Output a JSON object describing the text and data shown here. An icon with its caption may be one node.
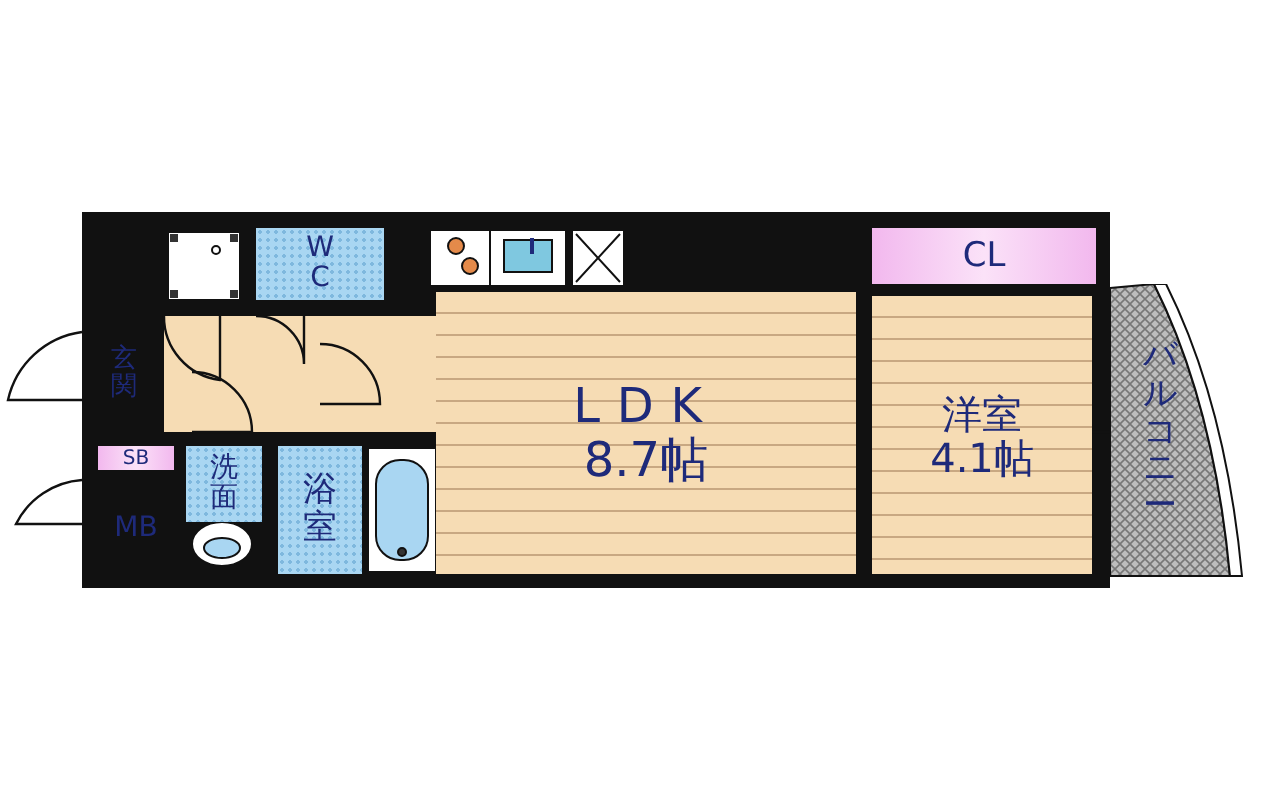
{
  "diagram": {
    "nodes": [
      {
        "text": [
          "WC"
        ]
      },
      {
        "text": [
          "CL"
        ]
      },
      {
        "text": [
          "玄関"
        ]
      },
      {
        "text": [
          "LDK",
          "8.7帖"
        ]
      },
      {
        "text": [
          "洋室",
          "4.1帖"
        ]
      },
      {
        "text": [
          "バルコニー"
        ]
      },
      {
        "text": [
          "SB"
        ]
      },
      {
        "text": [
          "洗面"
        ]
      },
      {
        "text": [
          "浴室"
        ]
      },
      {
        "text": [
          "MB"
        ]
      }
    ]
  }
}
